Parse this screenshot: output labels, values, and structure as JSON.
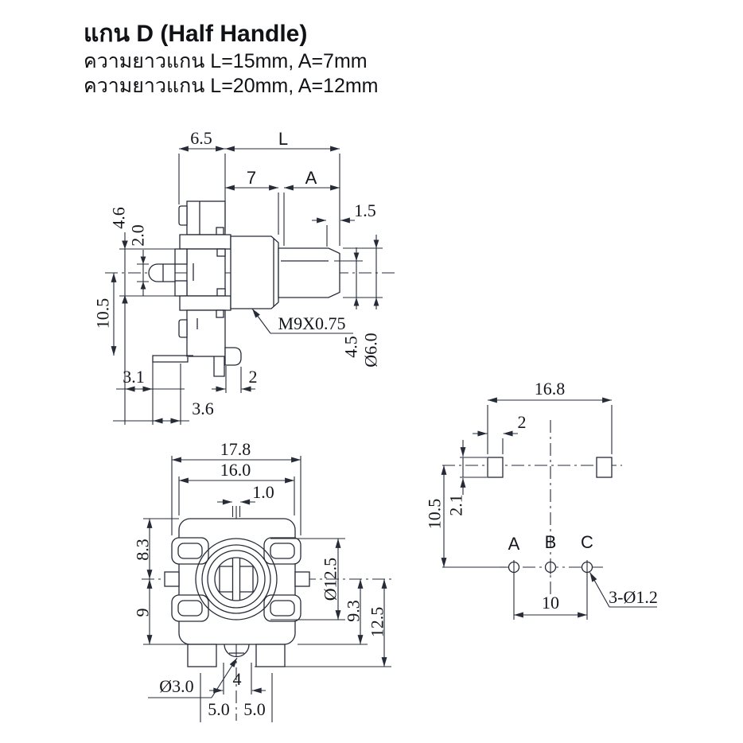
{
  "header": {
    "title": "แกน D (Half Handle)",
    "line1": "ความยาวแกน L=15mm, A=7mm",
    "line2": "ความยาวแกน L=20mm, A=12mm"
  },
  "colors": {
    "line": "#262b38",
    "text": "#14161c",
    "background": "#ffffff"
  },
  "side_view": {
    "dims": {
      "body_depth": "6.5",
      "shaft_length": "L",
      "bushing_length": "7",
      "flat_length": "A",
      "chamfer": "1.5",
      "upper_width": "4.6",
      "lug_width": "2.0",
      "mount_height": "10.5",
      "pin_offset_1": "3.1",
      "foot_width": "2",
      "pin_offset_2": "3.6",
      "thread_spec": "M9X0.75",
      "flat_height": "4.5",
      "shaft_diameter": "Ø6.0"
    }
  },
  "front_view": {
    "dims": {
      "overall_width": "17.8",
      "body_width": "16.0",
      "slot_width": "1.0",
      "upper_height": "8.3",
      "lower_height": "9",
      "bushing_diameter": "Ø12.5",
      "lower_right_height": "9.3",
      "foot_height": "12.5",
      "hole_diameter": "Ø3.0",
      "notch_width": "4",
      "pitch_left": "5.0",
      "pitch_right": "5.0"
    }
  },
  "pin_view": {
    "pins": [
      "A",
      "B",
      "C"
    ],
    "dims": {
      "tab_span": "16.8",
      "tab_width": "2",
      "tab_to_pins": "10.5",
      "tab_height": "2.1",
      "pin_spacing": "10",
      "pin_holes": "3-Ø1.2"
    }
  }
}
